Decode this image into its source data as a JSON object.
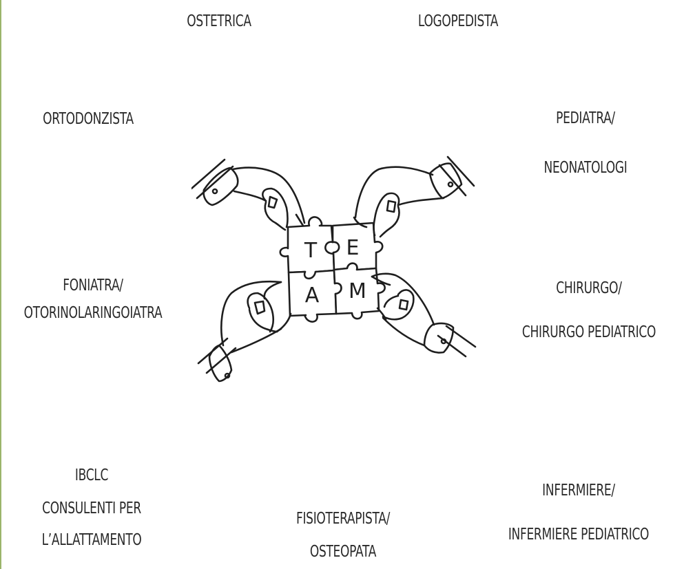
{
  "center": {
    "letters": [
      "T",
      "E",
      "A",
      "M"
    ]
  },
  "labels": {
    "ostetrica": [
      "OSTETRICA"
    ],
    "logopedista": [
      "LOGOPEDISTA"
    ],
    "ortodonzista": [
      "ORTODONZISTA"
    ],
    "pediatra": [
      "PEDIATRA/",
      "NEONATOLOGI"
    ],
    "foniatra": [
      "FONIATRA/",
      "OTORINOLARINGOIATRA"
    ],
    "chirurgo": [
      "CHIRURGO/",
      "CHIRURGO PEDIATRICO"
    ],
    "ibclc": [
      "IBCLC",
      "CONSULENTI PER",
      "L’ALLATTAMENTO"
    ],
    "fisioterapista": [
      "FISIOTERAPISTA/",
      "OSTEOPATA"
    ],
    "infermiere": [
      "INFERMIERE/",
      "INFERMIERE  PEDIATRICO"
    ]
  },
  "colors": {
    "text": "#2a2a2a",
    "line": "#1e1e1e",
    "edge_accent": "#9bb56b"
  }
}
